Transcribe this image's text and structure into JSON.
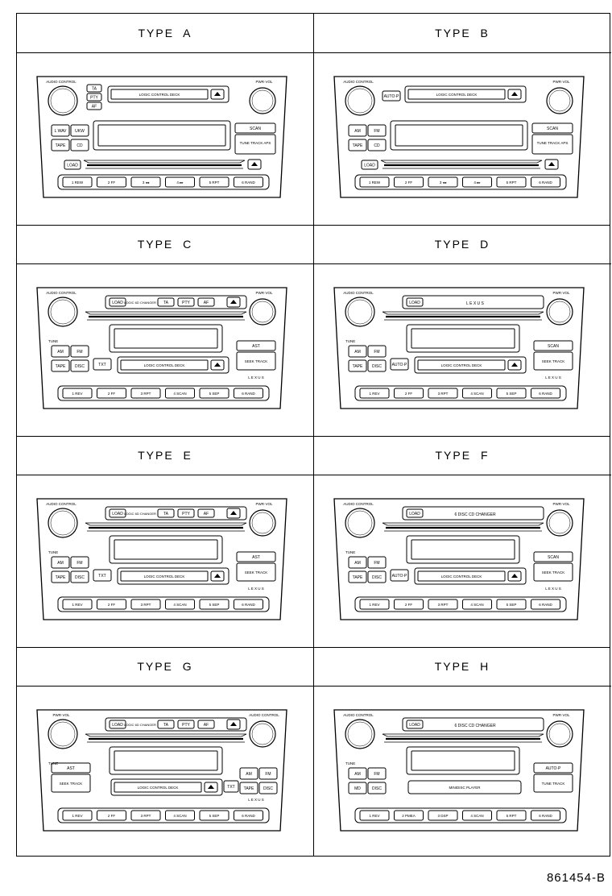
{
  "figure_code": "861454-B",
  "types": [
    {
      "title": "TYPE A",
      "variant": "A"
    },
    {
      "title": "TYPE B",
      "variant": "B"
    },
    {
      "title": "TYPE C",
      "variant": "C"
    },
    {
      "title": "TYPE D",
      "variant": "D"
    },
    {
      "title": "TYPE E",
      "variant": "E"
    },
    {
      "title": "TYPE F",
      "variant": "F"
    },
    {
      "title": "TYPE G",
      "variant": "G"
    },
    {
      "title": "TYPE H",
      "variant": "H"
    }
  ],
  "labels": {
    "audio_control": "AUDIO CONTROL",
    "pwr_vol": "PWR·VOL",
    "tune": "TUNE",
    "load": "LOAD",
    "logic_control_deck": "LOGIC CONTROL DECK",
    "lexus": "L E X U S",
    "scan": "SCAN",
    "ast": "AST",
    "auto_p": "AUTO·P",
    "tune_track_aps": "TUNE TRACK APS",
    "seek_track": "SEEK TRACK",
    "tune_track": "TUNE TRACK",
    "am": "AM",
    "fm": "FM",
    "lwav": "L WAV",
    "ukw": "UKW",
    "tape": "TAPE",
    "cd": "CD",
    "disc": "DISC",
    "md": "MD",
    "ta": "TA",
    "pty": "PTY",
    "af": "AF",
    "txt": "TXT",
    "disc_changer": "6 DISC CD CHANGER",
    "minidisc_player": "MINIDISC PLAYER",
    "logic_six": "LOGIC 6D CHANGER",
    "presets_a": [
      "1 REW",
      "2 FF",
      "3 ◂◂",
      "4 ▸▸",
      "5 RPT",
      "6 RAND"
    ],
    "presets_b": [
      "1 REV",
      "2 FF",
      "3 RPT",
      "4 SCAN",
      "5 SEP",
      "6 RAND"
    ],
    "presets_h": [
      "1 REV",
      "2 PMEA",
      "3 DSP",
      "4 SCAN",
      "5 RPT",
      "6 RAND"
    ]
  }
}
